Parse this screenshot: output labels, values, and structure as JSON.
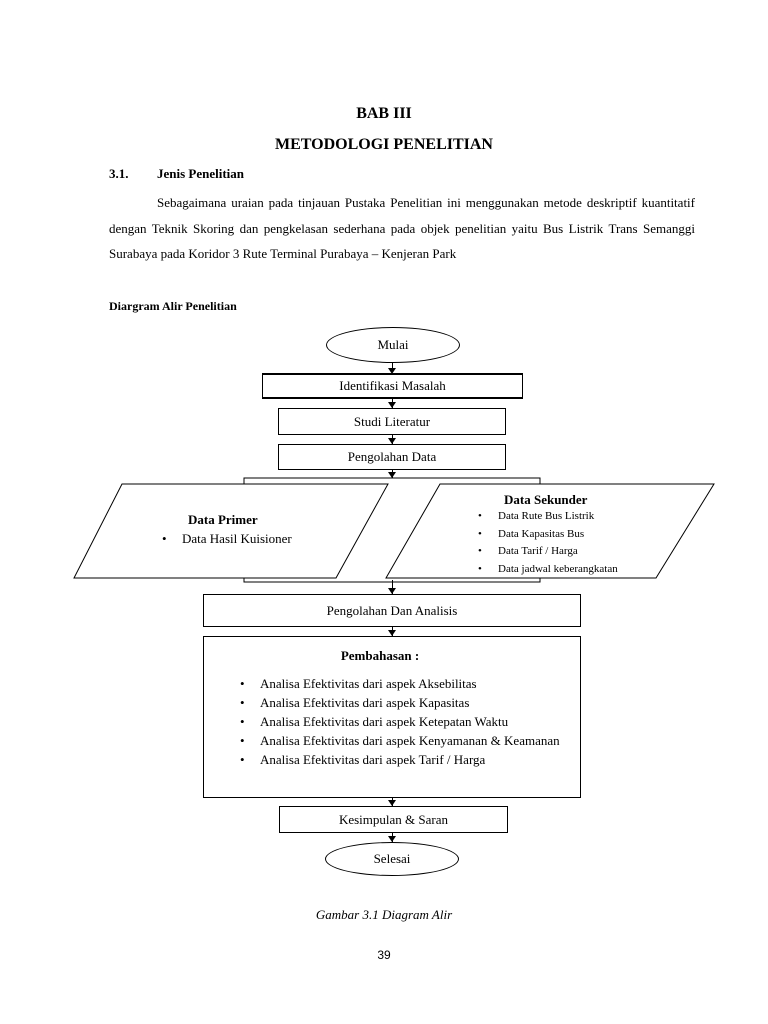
{
  "heading": {
    "chapter": "BAB III",
    "title": "METODOLOGI PENELITIAN"
  },
  "section": {
    "number": "3.1.",
    "title": "Jenis Penelitian",
    "paragraph": "Sebagaimana uraian pada tinjauan Pustaka Penelitian ini menggunakan metode deskriptif kuantitatif dengan Teknik Skoring dan pengkelasan sederhana pada objek penelitian yaitu Bus Listrik Trans Semanggi Surabaya pada Koridor 3 Rute Terminal Purabaya – Kenjeran Park"
  },
  "diagram": {
    "label": "Diargram Alir Penelitian",
    "start": "Mulai",
    "step1": "Identifikasi Masalah",
    "step2": "Studi Literatur",
    "step3": "Pengolahan Data",
    "primer": {
      "title": "Data Primer",
      "items": [
        "Data Hasil Kuisioner"
      ]
    },
    "sekunder": {
      "title": "Data Sekunder",
      "items": [
        "Data Rute Bus Listrik",
        "Data Kapasitas Bus",
        "Data Tarif / Harga",
        "Data jadwal keberangkatan"
      ]
    },
    "analysis": "Pengolahan Dan Analisis",
    "pembahasan": {
      "title": "Pembahasan  :",
      "items": [
        "Analisa Efektivitas dari aspek Aksebilitas",
        "Analisa Efektivitas dari aspek Kapasitas",
        "Analisa Efektivitas dari aspek Ketepatan Waktu",
        "Analisa Efektivitas dari aspek Kenyamanan & Keamanan",
        "Analisa Efektivitas dari aspek Tarif / Harga"
      ]
    },
    "conclusion": "Kesimpulan & Saran",
    "end": "Selesai"
  },
  "caption": "Gambar 3.1  Diagram Alir",
  "page_number": "39"
}
